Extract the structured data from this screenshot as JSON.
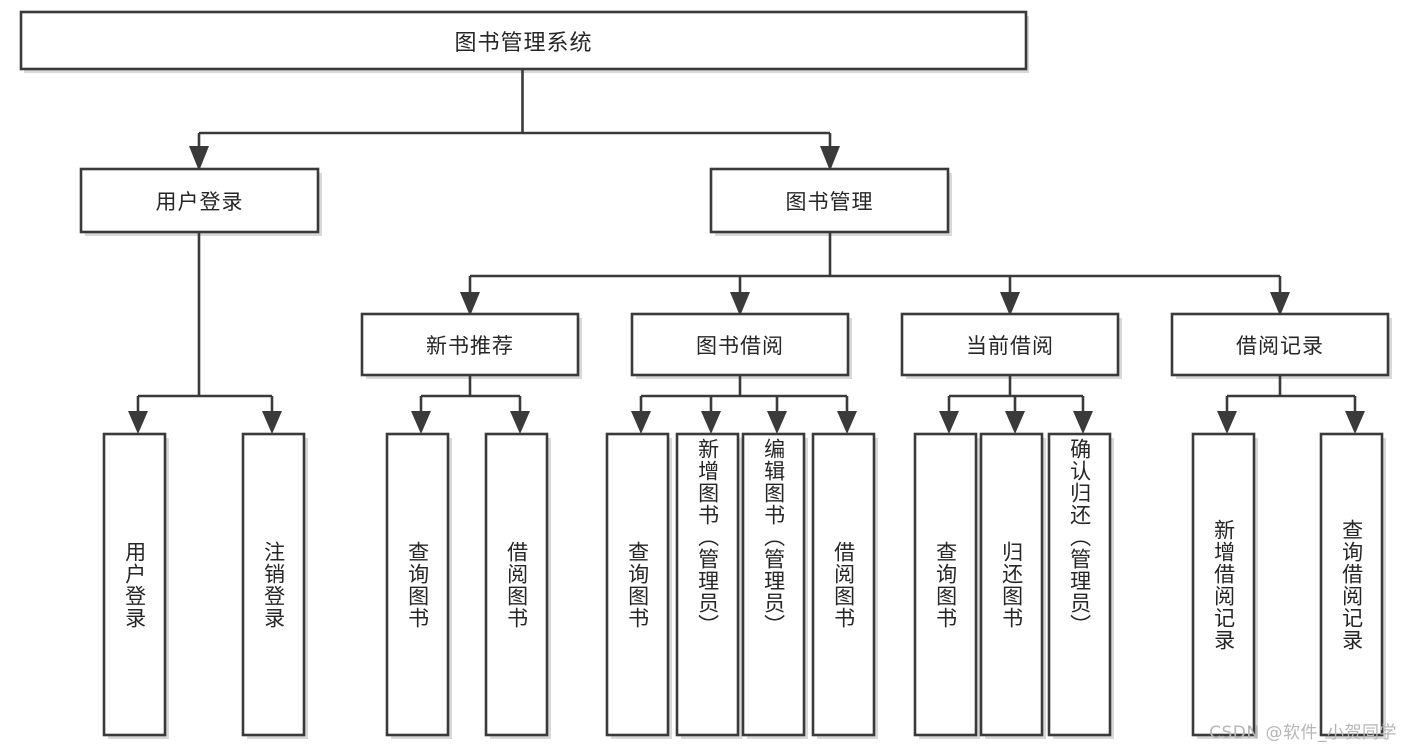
{
  "diagram": {
    "type": "tree-hierarchy",
    "title": "图书管理系统",
    "watermark": "CSDN @软件_小贺同学",
    "colors": {
      "stroke": "#3a3a3a",
      "fill": "#ffffff",
      "text": "#262626",
      "watermark": "#b6b6b6",
      "background": "#ffffff"
    },
    "nodes": {
      "root": {
        "label": "图书管理系统",
        "level": 1,
        "orientation": "horizontal"
      },
      "l2": [
        {
          "id": "user-login",
          "label": "用户登录",
          "level": 2,
          "orientation": "horizontal"
        },
        {
          "id": "book-management",
          "label": "图书管理",
          "level": 2,
          "orientation": "horizontal"
        }
      ],
      "l3": [
        {
          "id": "new-book-recommend",
          "label": "新书推荐",
          "level": 3,
          "orientation": "horizontal",
          "parent": "book-management"
        },
        {
          "id": "book-borrow",
          "label": "图书借阅",
          "level": 3,
          "orientation": "horizontal",
          "parent": "book-management"
        },
        {
          "id": "current-borrow",
          "label": "当前借阅",
          "level": 3,
          "orientation": "horizontal",
          "parent": "book-management"
        },
        {
          "id": "borrow-record",
          "label": "借阅记录",
          "level": 3,
          "orientation": "horizontal",
          "parent": "book-management"
        }
      ],
      "leaves": [
        {
          "id": "leaf-user-login",
          "label": "用户登录",
          "parent": "user-login",
          "orientation": "vertical"
        },
        {
          "id": "leaf-logout",
          "label": "注销登录",
          "parent": "user-login",
          "orientation": "vertical"
        },
        {
          "id": "leaf-query-book-1",
          "label": "查询图书",
          "parent": "new-book-recommend",
          "orientation": "vertical"
        },
        {
          "id": "leaf-borrow-book-1",
          "label": "借阅图书",
          "parent": "new-book-recommend",
          "orientation": "vertical"
        },
        {
          "id": "leaf-query-book-2",
          "label": "查询图书",
          "parent": "book-borrow",
          "orientation": "vertical"
        },
        {
          "id": "leaf-add-book",
          "label": "新增图书（管理员）",
          "parent": "book-borrow",
          "orientation": "vertical"
        },
        {
          "id": "leaf-edit-book",
          "label": "编辑图书（管理员）",
          "parent": "book-borrow",
          "orientation": "vertical"
        },
        {
          "id": "leaf-borrow-book-2",
          "label": "借阅图书",
          "parent": "book-borrow",
          "orientation": "vertical"
        },
        {
          "id": "leaf-query-book-3",
          "label": "查询图书",
          "parent": "current-borrow",
          "orientation": "vertical"
        },
        {
          "id": "leaf-return-book",
          "label": "归还图书",
          "parent": "current-borrow",
          "orientation": "vertical"
        },
        {
          "id": "leaf-confirm-return",
          "label": "确认归还（管理员）",
          "parent": "current-borrow",
          "orientation": "vertical"
        },
        {
          "id": "leaf-add-record",
          "label": "新增借阅记录",
          "parent": "borrow-record",
          "orientation": "vertical"
        },
        {
          "id": "leaf-query-record",
          "label": "查询借阅记录",
          "parent": "borrow-record",
          "orientation": "vertical"
        }
      ]
    }
  }
}
